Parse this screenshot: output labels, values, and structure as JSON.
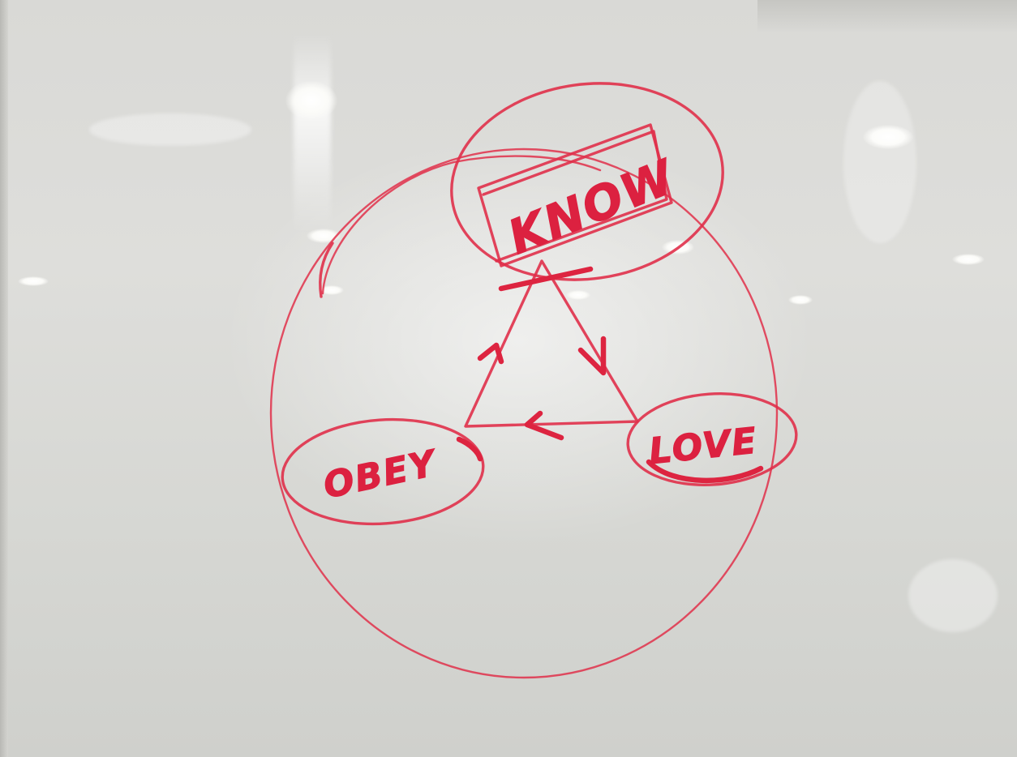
{
  "whiteboard": {
    "ink_color": "#e0304a",
    "board_color": "#dadad6",
    "words": {
      "top": "KNOW",
      "right": "LOVE",
      "left": "OBEY"
    }
  }
}
